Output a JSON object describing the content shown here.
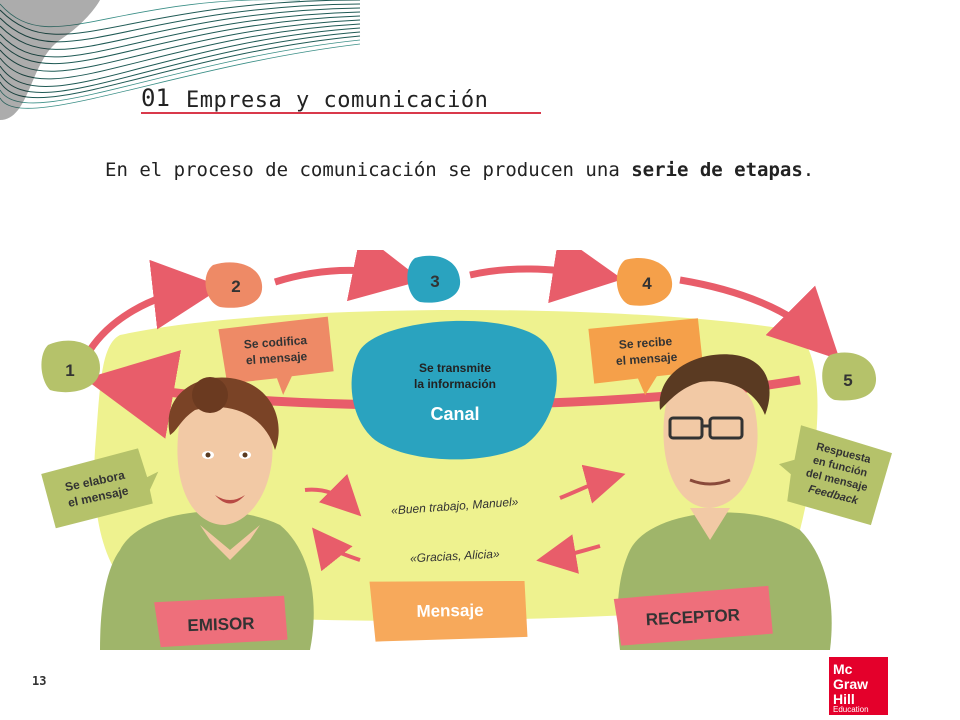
{
  "chapter": {
    "number": "01",
    "title": "Empresa y comunicación"
  },
  "intro": {
    "text": "En el proceso de comunicación se producen una ",
    "bold": "serie de etapas",
    "end": "."
  },
  "diagram": {
    "steps": [
      "1",
      "2",
      "3",
      "4",
      "5"
    ],
    "bubbles": {
      "elabora": [
        "Se elabora",
        "el mensaje"
      ],
      "codifica": [
        "Se codifica",
        "el mensaje"
      ],
      "transmite": [
        "Se transmite",
        "la información"
      ],
      "canal": "Canal",
      "recibe": [
        "Se recibe",
        "el mensaje"
      ],
      "respuesta": [
        "Respuesta",
        "en función",
        "del mensaje",
        "Feedback"
      ]
    },
    "dialogue": [
      "«Buen trabajo, Manuel»",
      "«Gracias, Alicia»"
    ],
    "labels": {
      "emisor": "EMISOR",
      "mensaje": "Mensaje",
      "receptor": "RECEPTOR"
    }
  },
  "page_number": "13",
  "logo": {
    "line1": "Mc",
    "line2": "Graw",
    "line3": "Hill",
    "line4": "Education"
  },
  "colors": {
    "accent_red": "#d9394b",
    "step_orange": "#f5a04a",
    "step_teal": "#2aa3bf",
    "step_green": "#b5c26a",
    "bubble_salmon": "#ee8a66",
    "bg_yellow": "#eef28f",
    "label_pink": "#ee6f7b",
    "label_orange": "#f7a95b"
  }
}
